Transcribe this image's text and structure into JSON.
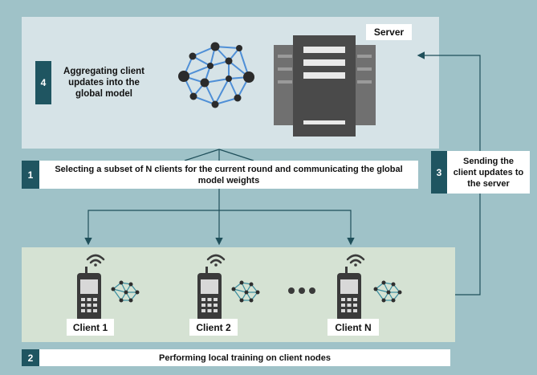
{
  "server": {
    "label": "Server"
  },
  "steps": [
    {
      "number": "1",
      "text": "Selecting a subset of N clients for the current round and communicating the global model weights"
    },
    {
      "number": "2",
      "text": "Performing local training on client nodes"
    },
    {
      "number": "3",
      "text": "Sending the client updates to the server"
    },
    {
      "number": "4",
      "text": "Aggregating client updates into the global model"
    }
  ],
  "clients": [
    {
      "label": "Client 1"
    },
    {
      "label": "Client 2"
    },
    {
      "label": "Client N"
    }
  ],
  "colors": {
    "background": "#9fc2c8",
    "server_panel": "#d6e3e7",
    "client_panel": "#d5e2d3",
    "number_box": "#1f5561",
    "network_edges": "#4f8fd6",
    "nodes": "#2c2c2c",
    "phone": "#3a3a3a",
    "server_rack": "#4a4a4a"
  },
  "icons": [
    "neural-network-icon",
    "server-rack-icon",
    "phone-icon",
    "wifi-icon",
    "ellipsis-icon",
    "arrow-icon"
  ]
}
